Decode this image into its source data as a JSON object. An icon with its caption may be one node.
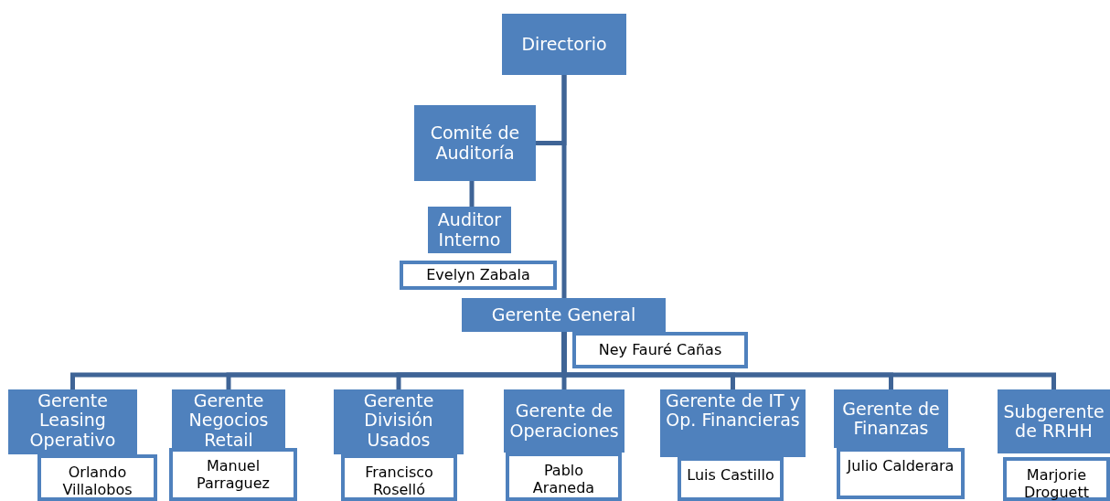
{
  "diagram": {
    "nodes": [
      {
        "text": [
          "Directorio"
        ]
      },
      {
        "text": [
          "Comité de Auditoría"
        ]
      },
      {
        "text": [
          "Auditor Interno"
        ]
      },
      {
        "text": [
          "Evelyn Zabala"
        ]
      },
      {
        "text": [
          "Gerente General"
        ]
      },
      {
        "text": [
          "Ney Fauré Cañas"
        ]
      },
      {
        "text": [
          "Gerente Leasing Operativo"
        ]
      },
      {
        "text": [
          "Orlando Villalobos"
        ]
      },
      {
        "text": [
          "Gerente Negocios Retail"
        ]
      },
      {
        "text": [
          "Manuel Parraguez"
        ]
      },
      {
        "text": [
          "Gerente División Usados"
        ]
      },
      {
        "text": [
          "Francisco Roselló"
        ]
      },
      {
        "text": [
          "Gerente de Operaciones"
        ]
      },
      {
        "text": [
          "Pablo Araneda"
        ]
      },
      {
        "text": [
          "Gerente de IT y Op. Financieras"
        ]
      },
      {
        "text": [
          "Luis Castillo"
        ]
      },
      {
        "text": [
          "Gerente de Finanzas"
        ]
      },
      {
        "text": [
          "Julio Calderara"
        ]
      },
      {
        "text": [
          "Subgerente de RRHH"
        ]
      },
      {
        "text": [
          "Marjorie Droguett"
        ]
      }
    ],
    "edges": [
      {
        "from": 0,
        "to": 1,
        "arrow": "none"
      },
      {
        "from": 0,
        "to": 4,
        "arrow": "none"
      },
      {
        "from": 1,
        "to": 2,
        "arrow": "none"
      },
      {
        "from": 4,
        "to": 6,
        "arrow": "none"
      },
      {
        "from": 4,
        "to": 8,
        "arrow": "none"
      },
      {
        "from": 4,
        "to": 10,
        "arrow": "none"
      },
      {
        "from": 4,
        "to": 12,
        "arrow": "none"
      },
      {
        "from": 4,
        "to": 14,
        "arrow": "none"
      },
      {
        "from": 4,
        "to": 16,
        "arrow": "none"
      },
      {
        "from": 4,
        "to": 18,
        "arrow": "none"
      }
    ]
  }
}
